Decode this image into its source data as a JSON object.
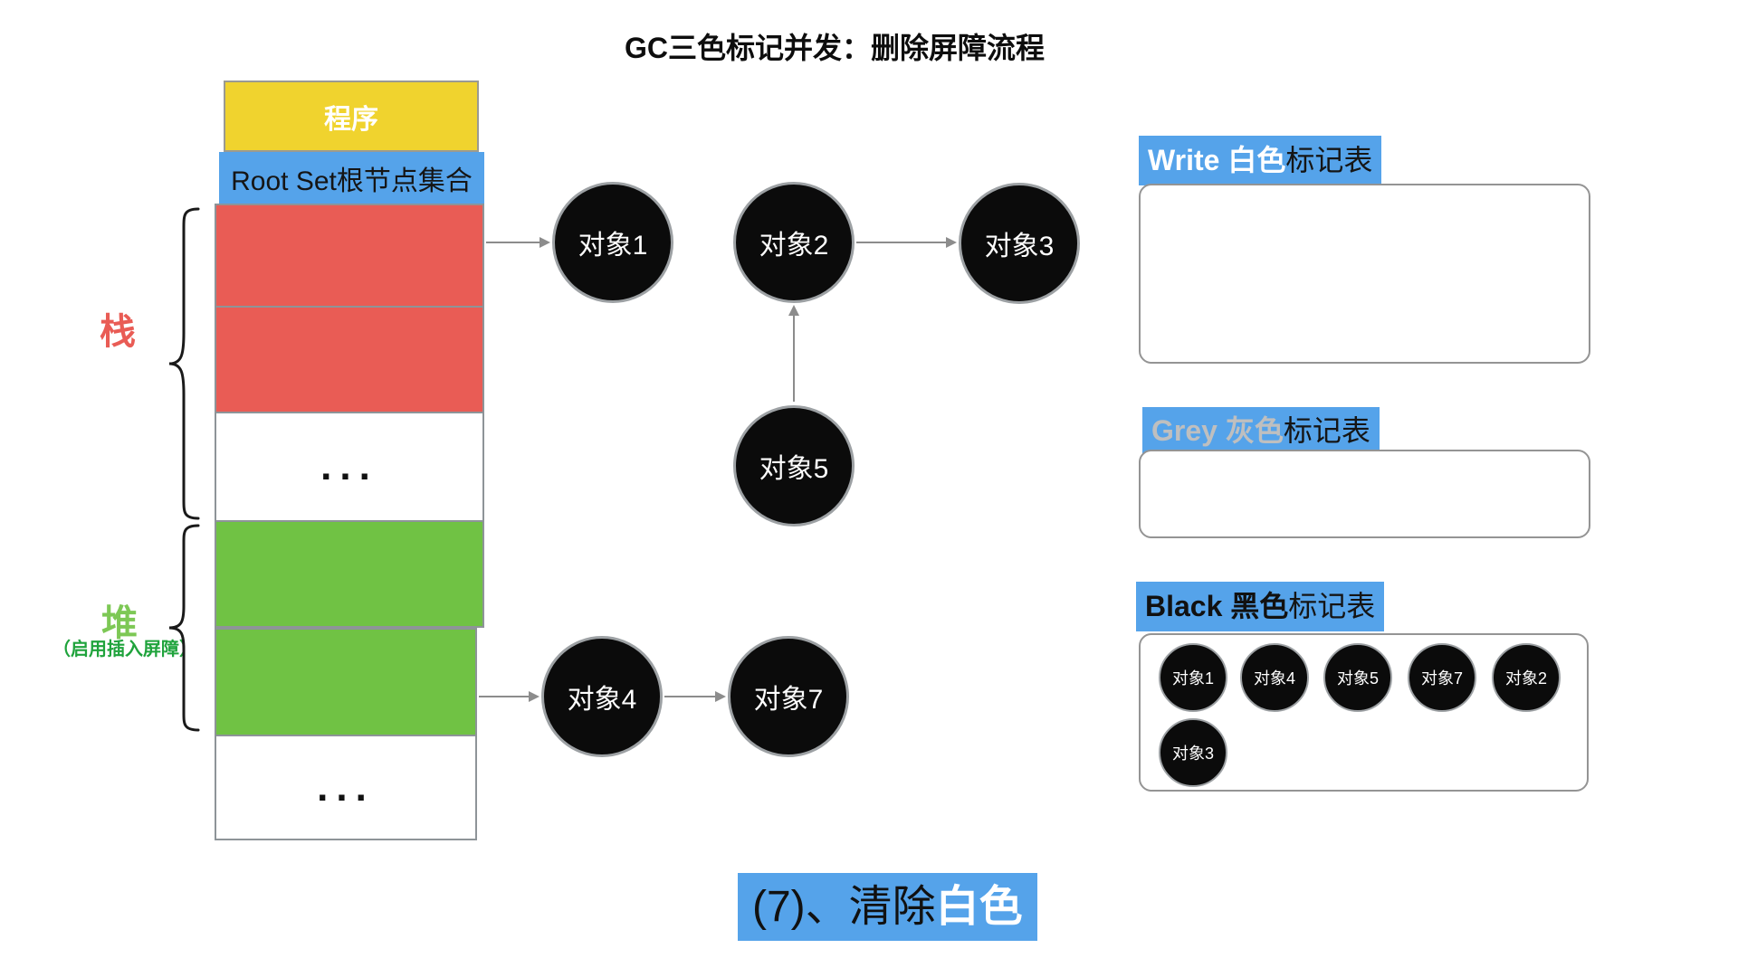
{
  "title": "GC三色标记并发：删除屏障流程",
  "memory": {
    "program": "程序",
    "root_set": "Root Set根节点集合",
    "stack_label": "栈",
    "heap_label": "堆",
    "heap_note": "（启用插入屏障）",
    "ellipsis_top": "...",
    "ellipsis_bottom": "..."
  },
  "graph_objects": [
    {
      "label": "对象1"
    },
    {
      "label": "对象2"
    },
    {
      "label": "对象3"
    },
    {
      "label": "对象5"
    },
    {
      "label": "对象4"
    },
    {
      "label": "对象7"
    }
  ],
  "tables": {
    "white": {
      "title_highlight": "Write 白色",
      "title_suffix": "标记表",
      "items": []
    },
    "grey": {
      "title_highlight": "Grey 灰色",
      "title_suffix": "标记表",
      "items": []
    },
    "black": {
      "title_highlight": "Black 黑色",
      "title_suffix": "标记表",
      "items": [
        {
          "label": "对象1"
        },
        {
          "label": "对象4"
        },
        {
          "label": "对象5"
        },
        {
          "label": "对象7"
        },
        {
          "label": "对象2"
        },
        {
          "label": "对象3"
        }
      ]
    }
  },
  "caption": {
    "prefix": "(7)、清除",
    "highlight": "白色"
  },
  "colors": {
    "highlight_blue": "#55A3EA",
    "stack_red": "#E95C55",
    "heap_green": "#70C244",
    "program_yellow": "#F0D32E",
    "heap_label_green": "#7DC855",
    "heap_note_green": "#1FA33C",
    "node_black": "#0B0B0B",
    "arrow_grey": "#8C8C8C"
  }
}
